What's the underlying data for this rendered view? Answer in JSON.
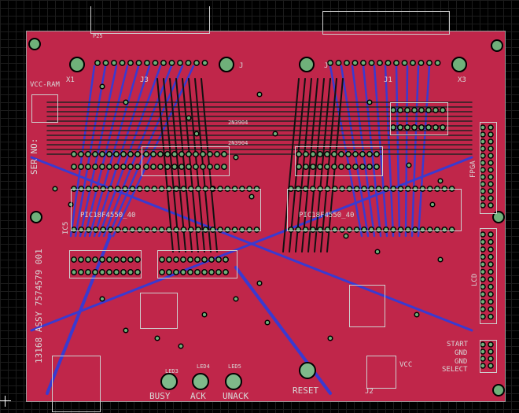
{
  "board": {
    "labels": {
      "p25": "P25",
      "x1": "X1",
      "j3": "J3",
      "j_left": "J",
      "j1": "J1",
      "j_right": "J",
      "x3": "X3",
      "vcc_ram": "VCC-RAM",
      "ser_no": "SER NO:",
      "ic5": "IC5",
      "assy": "13168 ASSY 7574579 001",
      "pic1": "PIC18F4550_40",
      "pic2": "PIC18F4550_40",
      "q1": "2N3904",
      "q2": "2N3904",
      "fpga": "FPGA",
      "lcd": "LCD",
      "start": "START",
      "gnd1": "GND",
      "gnd2": "GND",
      "select": "SELECT",
      "vcc": "VCC",
      "j2": "J2",
      "reset": "RESET",
      "busy": "BUSY",
      "ack": "ACK",
      "unack": "UNACK",
      "led3": "LED3",
      "led4": "LED4",
      "led5": "LED5"
    }
  },
  "colors": {
    "background": "#000000",
    "board": "#c0264a",
    "bottom_trace": "#3a3ad0",
    "pad": "#6fb07a",
    "silk": "#d8d8d8"
  }
}
